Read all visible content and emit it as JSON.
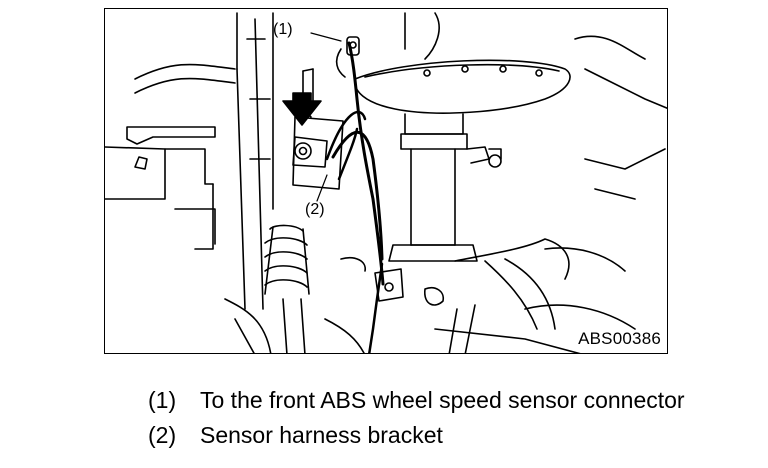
{
  "figure": {
    "code": "ABS00386",
    "callouts": [
      {
        "id": "1",
        "label": "(1)"
      },
      {
        "id": "2",
        "label": "(2)"
      }
    ]
  },
  "legend": [
    {
      "num": "(1)",
      "text": "To the front ABS wheel speed sensor connector"
    },
    {
      "num": "(2)",
      "text": "Sensor harness bracket"
    }
  ]
}
